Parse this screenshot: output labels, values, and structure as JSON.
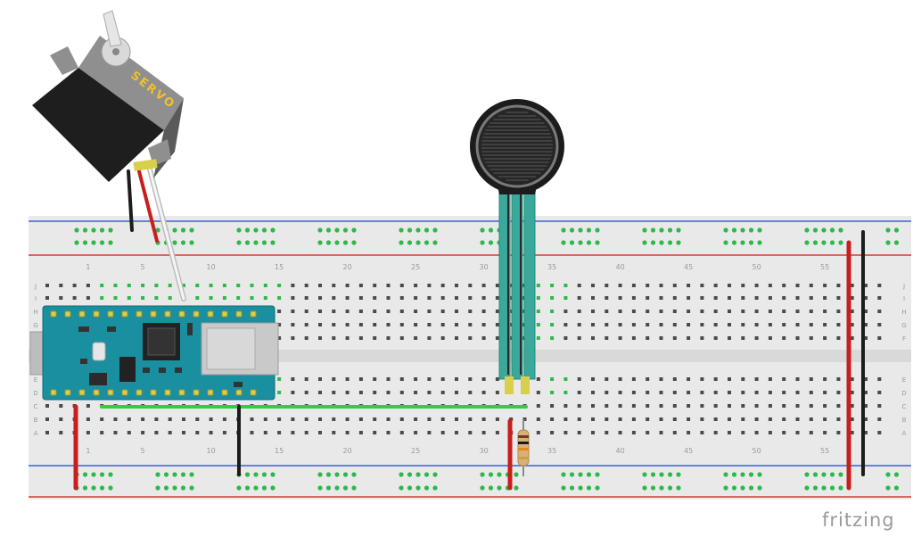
{
  "brand": {
    "label": "fritzing"
  },
  "servo": {
    "label": "SERVO",
    "label_color": "#f2c028"
  },
  "breadboard": {
    "columns": 60,
    "column_labels": [
      "1",
      "5",
      "10",
      "15",
      "20",
      "25",
      "30",
      "35",
      "40",
      "45",
      "50",
      "55"
    ],
    "row_labels_top": [
      "J",
      "I",
      "H",
      "G",
      "F"
    ],
    "row_labels_bottom": [
      "E",
      "D",
      "C",
      "B",
      "A"
    ]
  },
  "colors": {
    "board": "#e9e9e9",
    "rail_blue": "#3f5fd2",
    "rail_red": "#d23a2e",
    "hole_green": "#2db84a",
    "hole_dark": "#4a4a4a",
    "arduino": "#1a8fa0",
    "wire_red": "#c81e1e",
    "wire_black": "#1c1c1c",
    "wire_green": "#2fd03a",
    "wire_white": "#f5f5f5",
    "sensor_lead": "#3aa89a"
  }
}
